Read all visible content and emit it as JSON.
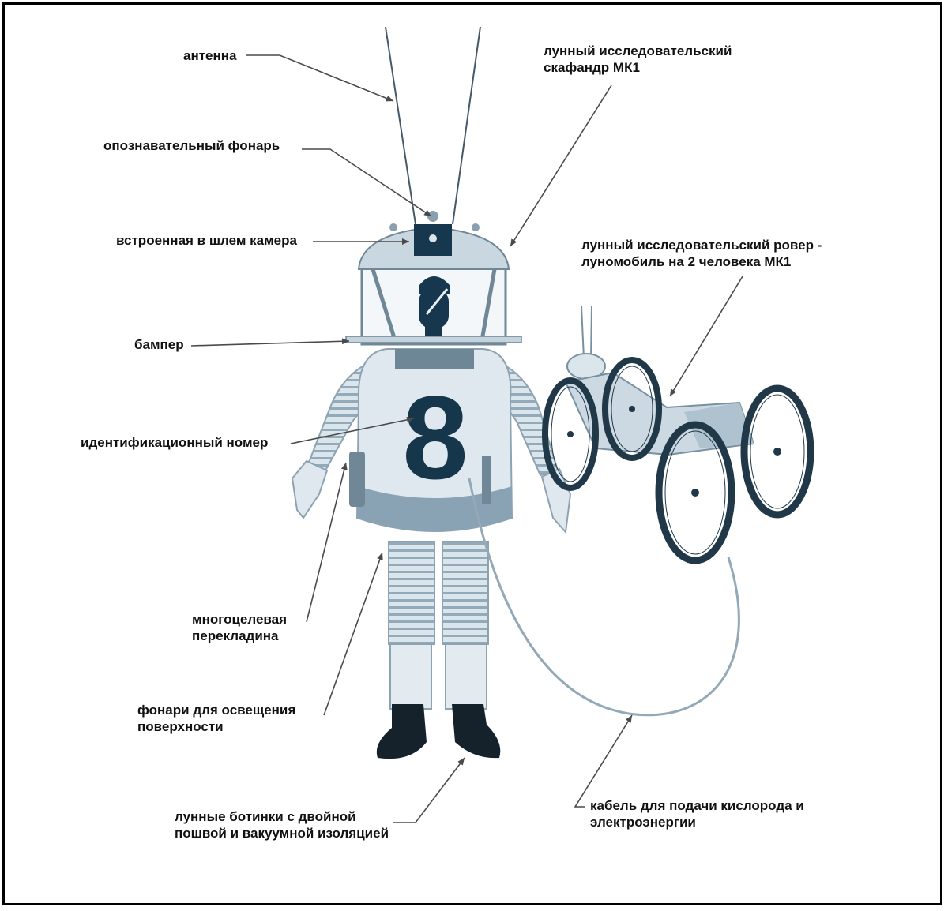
{
  "labels": {
    "antenna": "антенна",
    "beacon": "опознавательный фонарь",
    "camera": "встроенная в шлем камера",
    "bumper": "бампер",
    "id_number": "идентификационный номер",
    "crossbar_1": "многоцелевая",
    "crossbar_2": "перекладина",
    "lights_1": "фонари для освещения",
    "lights_2": "поверхности",
    "boots_1": "лунные ботинки с двойной",
    "boots_2": "пошвой и вакуумной изоляцией",
    "suit_1": "лунный исследовательский",
    "suit_2": "скафандр МК1",
    "rover_1": "лунный исследовательский ровер -",
    "rover_2": "луномобиль на 2 человека МК1",
    "cable_1": "кабель для подачи кислорода и",
    "cable_2": "электроэнергии"
  },
  "suit_number": "8",
  "colors": {
    "ink": "#13384f",
    "suit": "#dfe8ef",
    "suit_shade": "#a9bccb",
    "boots": "#15222c",
    "line": "#4a4a4a"
  }
}
